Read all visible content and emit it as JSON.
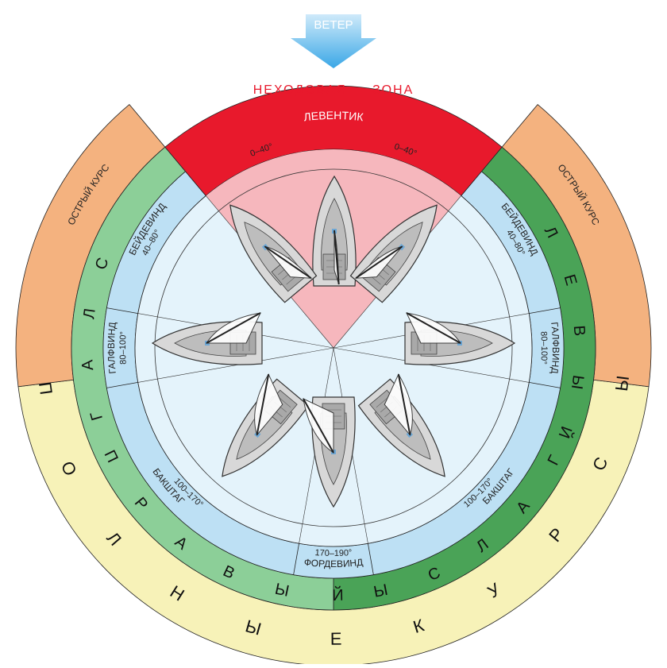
{
  "wind": {
    "label": "ВЕТЕР"
  },
  "no_go": {
    "title": "НЕХОДОВАЯ     ЗОНА",
    "sector": "ЛЕВЕНТИК",
    "angle_left": "0–40°",
    "angle_right": "0–40°"
  },
  "ring_labels": {
    "close_hauled_left": "БЕЙДЕВИНД",
    "close_hauled_right": "БЕЙДЕВИНД",
    "beam_left": "ГАЛФВИНД",
    "beam_right": "ГАЛФВИНД",
    "broad_left": "БАКШТАГ",
    "broad_right": "БАКШТАГ",
    "run": "ФОРДЕВИНД"
  },
  "angles": {
    "close_hauled_left": "40–80°",
    "close_hauled_right": "40–80°",
    "beam_left": "80–100°",
    "beam_right": "80–100°",
    "broad_left": "100–170°",
    "broad_right": "100–170°",
    "run": "170–190°"
  },
  "courses": {
    "sharp_left": "ОСТРЫЙ КУРС",
    "sharp_right": "ОСТРЫЙ КУРС"
  },
  "tacks": {
    "starboard": [
      "Г",
      "А",
      "Л",
      "С"
    ],
    "port": [
      "Л",
      "Е",
      "В",
      "Ы",
      "Й"
    ],
    "starboard_word": [
      "П",
      "Р",
      "А",
      "В",
      "Ы",
      "Й"
    ],
    "port_word": [
      "Г",
      "А",
      "Л",
      "С",
      "Ы"
    ],
    "full": [
      "П",
      "О",
      "Л",
      "Н",
      "Ы",
      "Е",
      "К",
      "У",
      "Р",
      "С",
      "Ы"
    ]
  },
  "colors": {
    "red": "#e8192c",
    "pink": "#f6b7bd",
    "blue_ring": "#bde0f4",
    "blue_inner": "#e4f3fb",
    "green": "#4aa357",
    "green_light": "#8ccf98",
    "orange": "#f4b27f",
    "cream": "#f7f2b8",
    "hull": "#d8d8d8",
    "deck": "#bdbdbd"
  }
}
